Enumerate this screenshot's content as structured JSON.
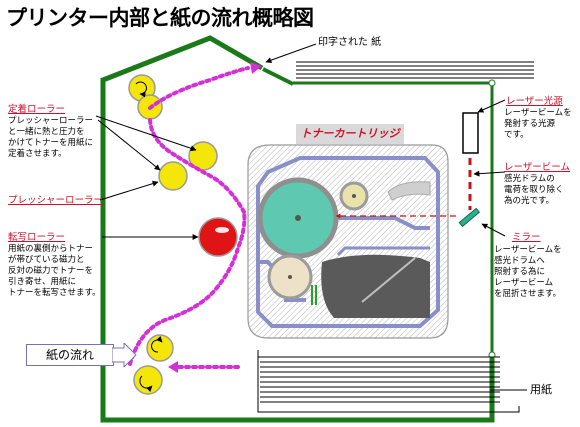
{
  "title": "プリンター内部と紙の流れ概略図",
  "labels": {
    "printed_paper": "印字された 紙",
    "fuser_title": "定着ローラー",
    "fuser_desc": [
      "プレッシャーローラー",
      "と一緒に熱と圧力を",
      "かけてトナーを用紙に",
      "定着させます。"
    ],
    "pressure_title": "プレッシャーローラー",
    "transfer_title": "転写ローラー",
    "transfer_desc": [
      "用紙の裏側からトナー",
      "が帯びている磁力と",
      "反対の磁力でトナーを",
      "引き寄せ、用紙に",
      "トナーを転写させます。"
    ],
    "toner_cartridge": "トナーカートリッジ",
    "laser_source_title": "レーザー光源",
    "laser_source_desc": [
      "レーザービームを",
      "発射する光源",
      "です。"
    ],
    "laser_beam_title": "レーザービーム",
    "laser_beam_desc": [
      "感光ドラムの",
      "電荷を取り除く",
      "為の光です。"
    ],
    "mirror_title": "ミラー",
    "mirror_desc": [
      "レーザービームを",
      "感光ドラムへ",
      "照射する為に",
      "レーザービーム",
      "を屈折させます。"
    ],
    "paper_flow": "紙の流れ",
    "paper_tray": "用紙"
  },
  "colors": {
    "frame": "#1a7a1a",
    "flow": "#d530d5",
    "roller": "#f5e60a",
    "transfer_roller": "#e01414",
    "drum": "#5ec9b0",
    "label_red": "#d0102a",
    "laser": "#c81414"
  }
}
